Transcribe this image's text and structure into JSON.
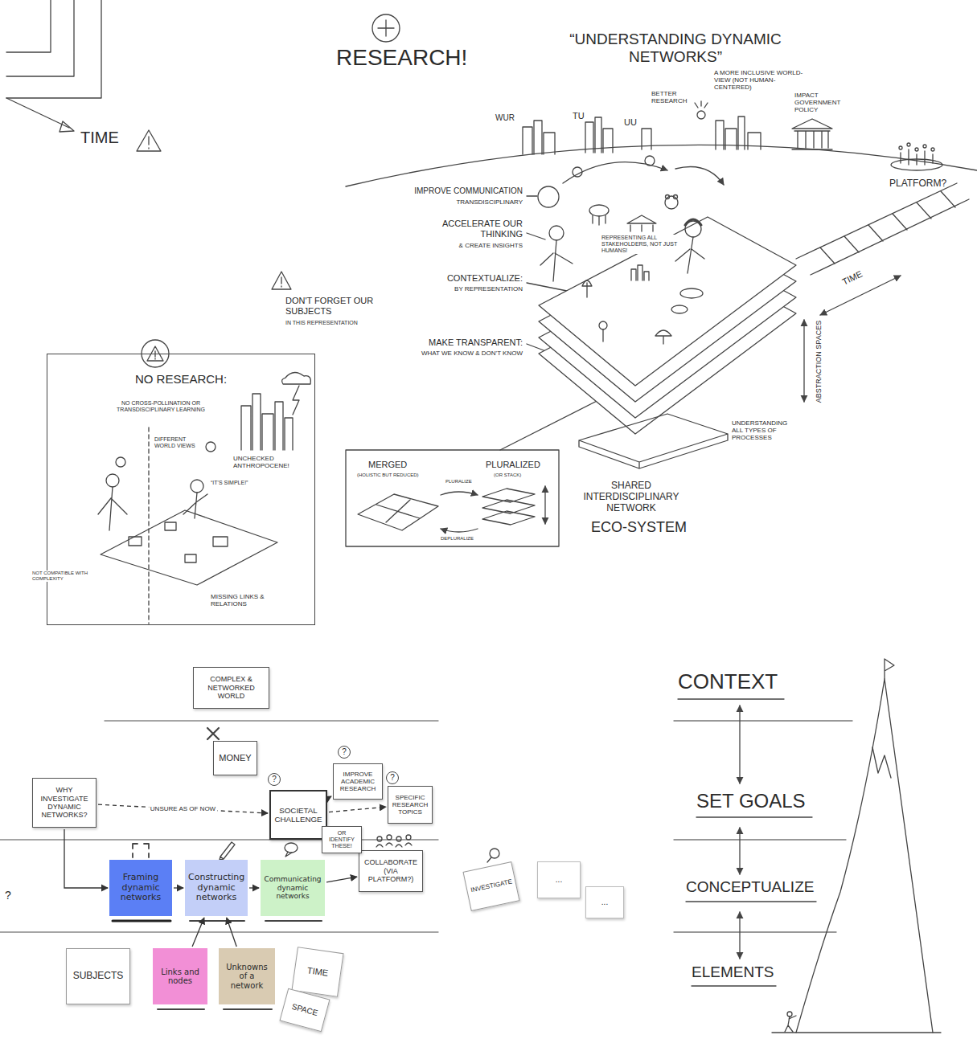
{
  "diagram": {
    "title": "“UNDERSTANDING DYNAMIC NETWORKS”",
    "nodes": [
      {
        "text": [
          "NO RESEARCH:"
        ]
      },
      {
        "text": [
          "COMPLEX & NETWORKED WORLD"
        ]
      },
      {
        "text": [
          "MONEY"
        ]
      },
      {
        "text": [
          "WHY INVESTIGATE DYNAMIC NETWORKS?"
        ]
      },
      {
        "text": [
          "SOCIETAL CHALLENGE"
        ]
      },
      {
        "text": [
          "IMPROVE ACADEMIC RESEARCH"
        ]
      },
      {
        "text": [
          "SPECIFIC RESEARCH TOPICS"
        ]
      },
      {
        "text": [
          "Framing dynamic networks"
        ]
      },
      {
        "text": [
          "Constructing dynamic networks"
        ]
      },
      {
        "text": [
          "Communicating dynamic networks"
        ]
      },
      {
        "text": [
          "COLLABORATE",
          "(VIA PLATFORM?)"
        ]
      },
      {
        "text": [
          "INVESTIGATE"
        ]
      },
      {
        "text": [
          "..."
        ]
      },
      {
        "text": [
          "..."
        ]
      },
      {
        "text": [
          "SUBJECTS"
        ]
      },
      {
        "text": [
          "Links and nodes"
        ]
      },
      {
        "text": [
          "Unknowns of a network"
        ]
      },
      {
        "text": [
          "TIME"
        ]
      },
      {
        "text": [
          "SPACE"
        ]
      },
      {
        "text": [
          "OR IDENTIFY THESE!"
        ]
      }
    ],
    "edges": [
      {
        "from": 3,
        "to": 7,
        "arrow": "to"
      },
      {
        "from": 7,
        "to": 8,
        "arrow": "to"
      },
      {
        "from": 8,
        "to": 9,
        "arrow": "to"
      },
      {
        "from": 9,
        "to": 10,
        "arrow": "to"
      },
      {
        "from": 3,
        "to": 4,
        "label": "UNSURE AS OF NOW",
        "arrow": "to"
      },
      {
        "from": 4,
        "to": 5,
        "arrow": "to"
      },
      {
        "from": 4,
        "to": 6,
        "arrow": "to"
      },
      {
        "from": 15,
        "to": 8,
        "arrow": "to"
      },
      {
        "from": 16,
        "to": 8,
        "arrow": "to"
      }
    ],
    "labels": [
      "RESEARCH!",
      "TIME",
      "A MORE INCLUSIVE WORLD-VIEW (NOT HUMAN-CENTERED)",
      "BETTER RESEARCH",
      "IMPACT GOVERNMENT POLICY",
      "WUR",
      "TU",
      "UU",
      "PLATFORM?",
      "IMPROVE COMMUNICATION",
      "TRANSDISCIPLINARY",
      "ACCELERATE OUR THINKING",
      "& CREATE INSIGHTS",
      "CONTEXTUALIZE:",
      "BY REPRESENTATION",
      "DON'T FORGET OUR SUBJECTS",
      "IN THIS REPRESENTATION",
      "MAKE TRANSPARENT:",
      "WHAT WE KNOW & DON'T KNOW",
      "REPRESENTING ALL STAKEHOLDERS, NOT JUST HUMANS!",
      "TIME",
      "ABSTRACTION SPACES",
      "UNDERSTANDING ALL TYPES OF PROCESSES",
      "SHARED INTERDISCIPLINARY NETWORK",
      "ECO-SYSTEM",
      "MERGED",
      "(HOLISTIC BUT REDUCED)",
      "PLURALIZED",
      "(OR STACK)",
      "PLURALIZE",
      "DEPLURALIZE",
      "NO CROSS-POLLINATION OR TRANSDISCIPLINARY LEARNING",
      "DIFFERENT WORLD VIEWS",
      "UNCHECKED ANTHROPOCENE!",
      "“IT'S SIMPLE!”",
      "NOT COMPATIBLE WITH COMPLEXITY",
      "MISSING LINKS & RELATIONS",
      "?",
      "?",
      "?",
      "?",
      "CONTEXT",
      "SET GOALS",
      "CONCEPTUALIZE",
      "ELEMENTS"
    ]
  }
}
